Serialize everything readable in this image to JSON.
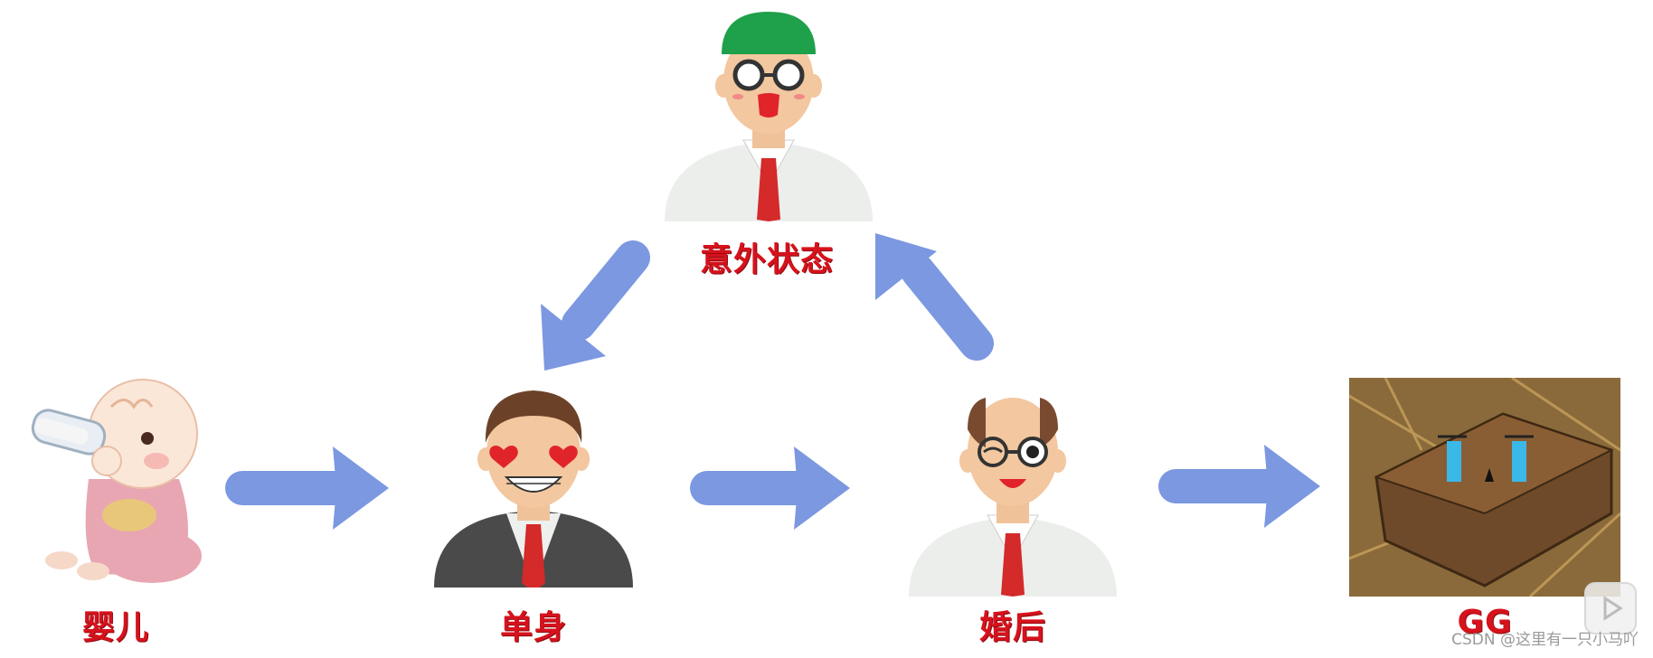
{
  "nodes": {
    "baby": {
      "label": "婴儿",
      "icon": "baby-icon"
    },
    "single": {
      "label": "单身",
      "icon": "heart-eyes-man-icon"
    },
    "accident": {
      "label": "意外状态",
      "icon": "shocked-man-icon"
    },
    "married": {
      "label": "婚后",
      "icon": "winking-bald-man-icon"
    },
    "gg": {
      "label": "GG",
      "icon": "crying-wooden-box-icon"
    }
  },
  "edges": [
    {
      "from": "婴儿",
      "to": "单身"
    },
    {
      "from": "单身",
      "to": "婚后"
    },
    {
      "from": "婚后",
      "to": "意外状态"
    },
    {
      "from": "意外状态",
      "to": "单身"
    },
    {
      "from": "婚后",
      "to": "GG"
    }
  ],
  "watermark": "CSDN @这里有一只小马吖",
  "colors": {
    "arrow": "#7b98e0",
    "label": "#d6121c",
    "skin": "#f3c79f",
    "shirt": "#eceeec",
    "tie": "#d42a2a"
  }
}
